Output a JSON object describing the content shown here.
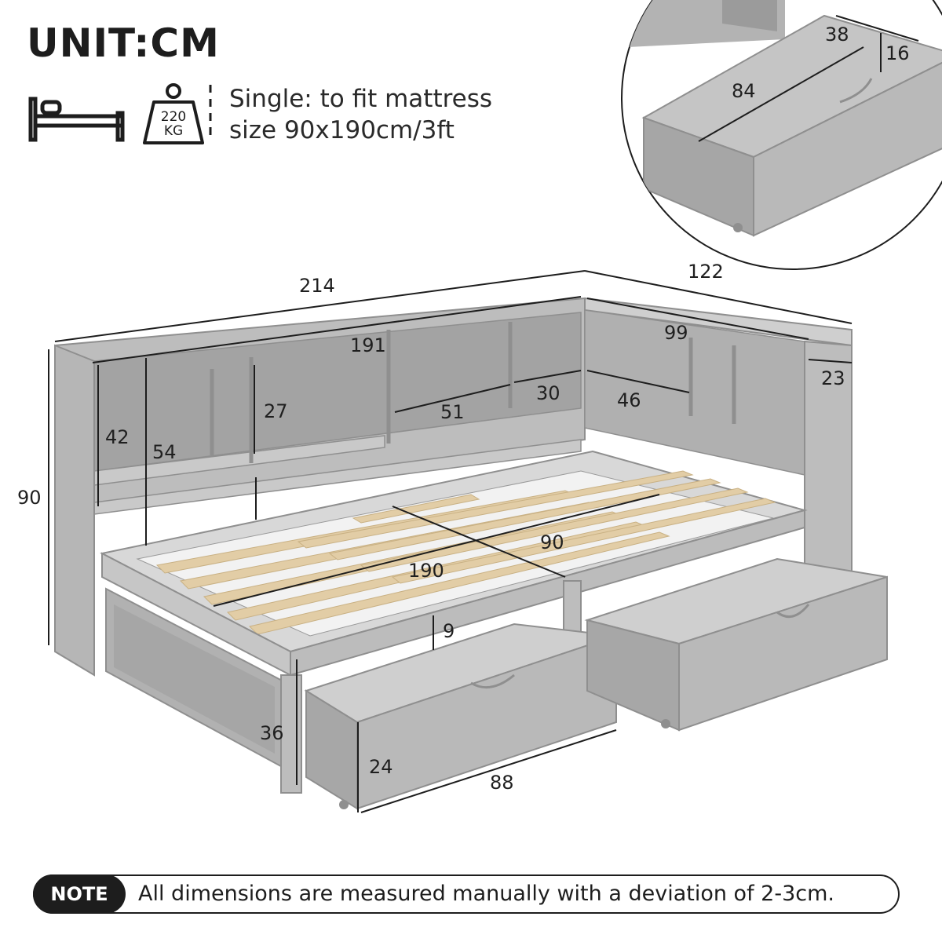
{
  "header": {
    "title": "UNIT:CM",
    "weight_icon_value": "220",
    "weight_icon_unit": "KG",
    "spec_line_1": "Single: to fit mattress",
    "spec_line_2": "size 90x190cm/3ft"
  },
  "icons": {
    "bed": "bed-icon",
    "weight": "weight-icon"
  },
  "colors": {
    "frame_gray": "#a9a9a9",
    "frame_dark": "#8f8f8f",
    "slat_wood": "#e2cda6",
    "text": "#1d1d1d"
  },
  "dimensions": {
    "overall_length": "214",
    "overall_width": "122",
    "bookcase_inner_length": "191",
    "side_shelf_length": "99",
    "side_shelf_depth": "23",
    "overall_height": "90",
    "shelf_height_42": "42",
    "shelf_height_54": "54",
    "shelf_opening_27": "27",
    "compartment_51": "51",
    "compartment_30": "30",
    "compartment_46": "46",
    "mattress_length": "190",
    "mattress_width": "90",
    "slat_depth": "9",
    "clearance_height": "36",
    "drawer_height": "24",
    "drawer_length": "88",
    "inset_drawer_width": "38",
    "inset_drawer_height": "16",
    "inset_drawer_length": "84"
  },
  "note": {
    "badge": "NOTE",
    "text": "All dimensions are measured manually with a deviation of 2-3cm."
  }
}
